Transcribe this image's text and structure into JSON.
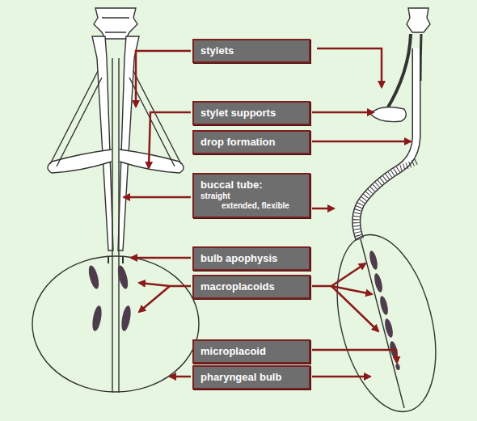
{
  "diagram": {
    "nodes": [
      {
        "text": [
          "stylets"
        ]
      },
      {
        "text": [
          "stylet supports"
        ]
      },
      {
        "text": [
          "drop formation"
        ]
      },
      {
        "text": [
          "buccal tube:",
          "straight",
          "extended, flexible"
        ]
      },
      {
        "text": [
          "bulb apophysis"
        ]
      },
      {
        "text": [
          "macroplacoids"
        ]
      },
      {
        "text": [
          "microplacoid"
        ]
      },
      {
        "text": [
          "pharyngeal bulb"
        ]
      }
    ]
  }
}
